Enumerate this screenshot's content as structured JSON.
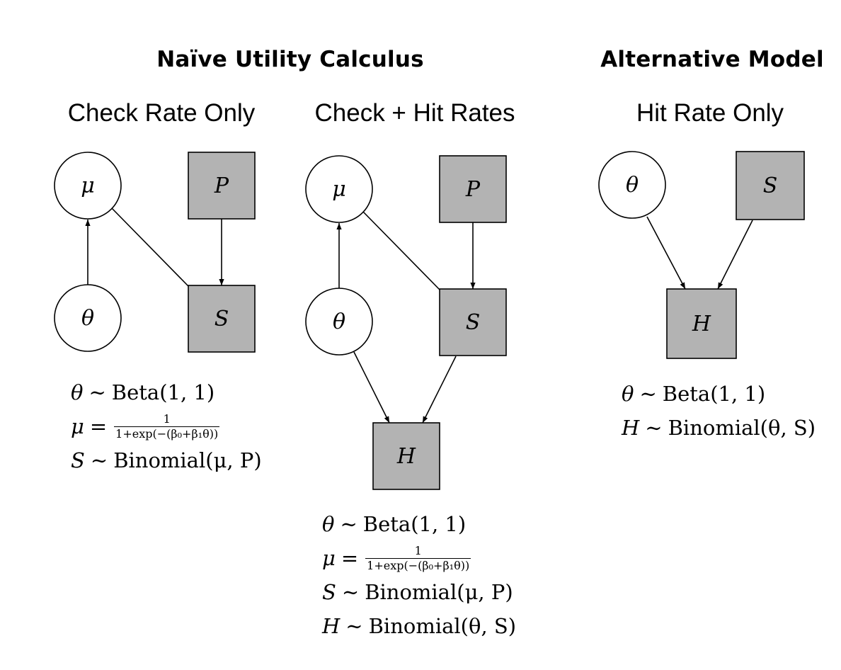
{
  "headings": {
    "left": "Naïve Utility Calculus",
    "right": "Alternative Model"
  },
  "panels": [
    {
      "title": "Check Rate Only",
      "nodes": {
        "mu": "μ",
        "theta": "θ",
        "P": "P",
        "S": "S"
      },
      "equations": {
        "theta": {
          "lhs": "θ",
          "rel": "∼",
          "rhs": "Beta(1, 1)"
        },
        "mu": {
          "lhs": "μ",
          "rel": "=",
          "num": "1",
          "den": "1+exp(−(β₀+β₁θ))"
        },
        "S": {
          "lhs": "S",
          "rel": "∼",
          "rhs": "Binomial(μ, P)"
        }
      }
    },
    {
      "title": "Check + Hit Rates",
      "nodes": {
        "mu": "μ",
        "theta": "θ",
        "P": "P",
        "S": "S",
        "H": "H"
      },
      "equations": {
        "theta": {
          "lhs": "θ",
          "rel": "∼",
          "rhs": "Beta(1, 1)"
        },
        "mu": {
          "lhs": "μ",
          "rel": "=",
          "num": "1",
          "den": "1+exp(−(β₀+β₁θ))"
        },
        "S": {
          "lhs": "S",
          "rel": "∼",
          "rhs": "Binomial(μ, P)"
        },
        "H": {
          "lhs": "H",
          "rel": "∼",
          "rhs": "Binomial(θ, S)"
        }
      }
    },
    {
      "title": "Hit Rate Only",
      "nodes": {
        "theta": "θ",
        "S": "S",
        "H": "H"
      },
      "equations": {
        "theta": {
          "lhs": "θ",
          "rel": "∼",
          "rhs": "Beta(1, 1)"
        },
        "H": {
          "lhs": "H",
          "rel": "∼",
          "rhs": "Binomial(θ, S)"
        }
      }
    }
  ],
  "colors": {
    "observed_fill": "#b3b3b3",
    "latent_fill": "#ffffff",
    "stroke": "#000000"
  }
}
